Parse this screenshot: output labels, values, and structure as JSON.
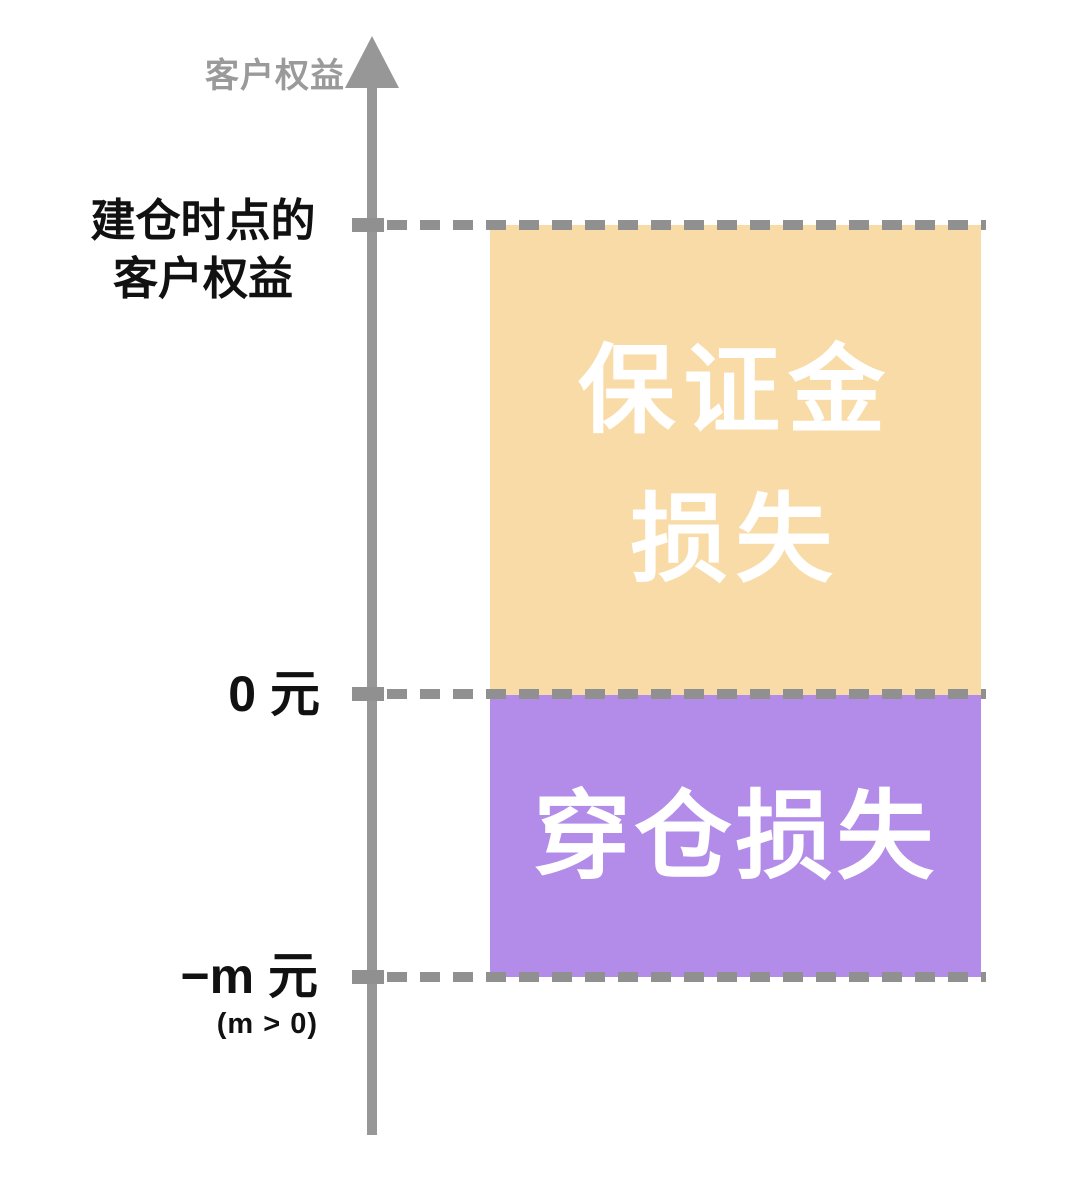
{
  "diagram": {
    "axis": {
      "title": "客户权益"
    },
    "levels": {
      "open_equity": {
        "label_line1": "建仓时点的",
        "label_line2": "客户权益"
      },
      "zero": {
        "label": "0 元"
      },
      "negative_m": {
        "label": "−m 元",
        "sublabel": "(m > 0)"
      }
    },
    "blocks": {
      "margin_loss": {
        "label_line1": "保证金",
        "label_line2": "损失",
        "color": "#F8DBA6"
      },
      "penetration_loss": {
        "label": "穿仓损失",
        "color": "#B28CE8"
      }
    },
    "colors": {
      "axis": "#979797",
      "dash": "#909090",
      "label_text": "#111111",
      "axis_title_text": "#9A9A9A",
      "block_text": "#FFFFFF",
      "background": "#FFFFFF"
    }
  }
}
